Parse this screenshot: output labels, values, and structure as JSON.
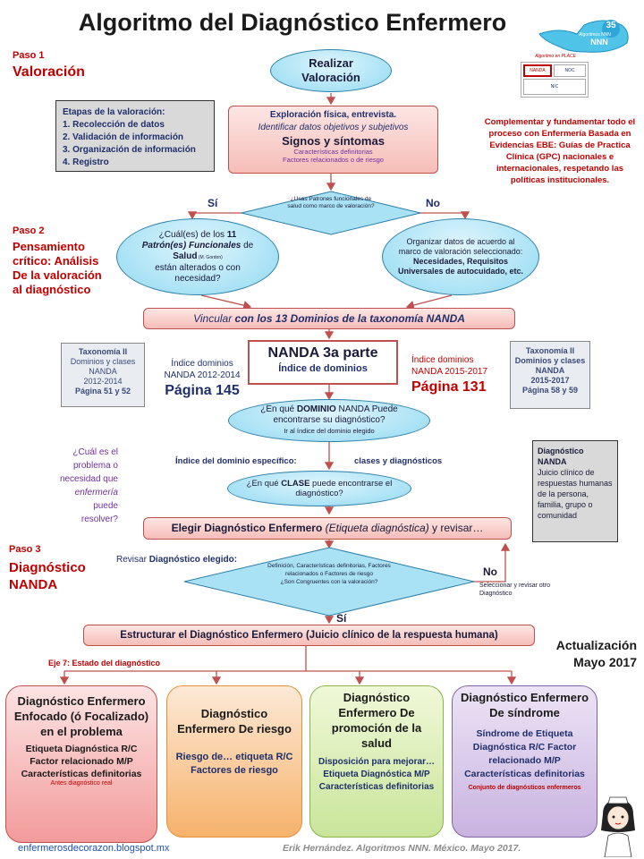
{
  "title": "Algoritmo del Diagnóstico Enfermero",
  "logo": {
    "number": "35",
    "text": "Algoritmos NNN",
    "nnn": "NNN"
  },
  "place": {
    "caption": "Algoritmo en PLACE",
    "nanda": "NANDA",
    "noc": "NOC",
    "nic": "NIC"
  },
  "paso1": {
    "num": "Paso 1",
    "name": "Valoración"
  },
  "paso2": {
    "num": "Paso 2",
    "name_lines": [
      "Pensamiento",
      "crítico: Análisis",
      "De la valoración",
      "al diagnóstico"
    ]
  },
  "paso3": {
    "num": "Paso 3",
    "name_lines": [
      "Diagnóstico",
      "NANDA"
    ]
  },
  "realizar": [
    "Realizar",
    "Valoración"
  ],
  "etapas": {
    "title": "Etapas de la valoración:",
    "items": [
      "1. Recolección de datos",
      "2. Validación de información",
      "3. Organización de información",
      "4. Registro"
    ]
  },
  "exploracion": {
    "line1": "Exploración física, entrevista.",
    "line2": "Identificar datos objetivos y subjetivos",
    "line3": "Signos y síntomas",
    "line4": "Características definitorias",
    "line5": "Factores relacionados o de riesgo"
  },
  "complementar": "Complementar y fundamentar todo el proceso con Enfermería Basada en Evidencias EBE: Guías de Practica Clínica (GPC) nacionales e internacionales, respetando las políticas institucionales.",
  "decision1": {
    "text": "¿Usas Patrones funcionales de salud como marco de valoración?",
    "yes": "Sí",
    "no": "No"
  },
  "patrones": {
    "part1": "¿Cuál(es) de los ",
    "num": "11",
    "italic": "Patrón(es) Funcionales",
    "part2": " de ",
    "salud": "Salud",
    "gordon": " (M. Gordon)",
    "part3": "están alterados o con",
    "part4": "necesidad?"
  },
  "organizar": {
    "line1": "Organizar datos de acuerdo al marco de valoración seleccionado:",
    "bold": "Necesidades, Requisitos Universales de autocuidado, etc."
  },
  "vincular": {
    "italic": "Vincular",
    "rest": " con los 13 Dominios de la taxonomía NANDA"
  },
  "nanda3": {
    "title": "NANDA 3a parte",
    "sub": "Índice de dominios"
  },
  "tax_left": [
    "Taxonomía II",
    "Dominios y clases NANDA",
    "2012-2014",
    "Página 51 y 52"
  ],
  "tax_right": [
    "Taxonomía II",
    "Dominios y clases NANDA",
    "2015-2017",
    "Página 58 y 59"
  ],
  "idx_left": {
    "line1": "Índice dominios",
    "line2": "NANDA 2012-2014",
    "page": "Página 145"
  },
  "idx_right": {
    "line1": "Índice dominios",
    "line2": "NANDA 2015-2017",
    "page": "Página 131"
  },
  "dominio_q": {
    "part1": "¿En qué ",
    "bold": "DOMINIO",
    "part2": " NANDA Puede encontrarse su diagnóstico?",
    "sub": "Ir al índice del dominio elegido"
  },
  "indice_esp": "Índice del dominio específico:",
  "clases_diag": "clases y diagnósticos",
  "cual_problema": [
    "¿Cuál es el",
    "problema o",
    "necesidad que",
    "enfermería",
    " puede",
    "resolver?"
  ],
  "clase_q": {
    "part1": "¿En qué ",
    "bold": "CLASE",
    "part2": " puede encontrarse el diagnóstico?"
  },
  "diag_nanda_box": {
    "title": "Diagnóstico NANDA",
    "text": "Juicio clínico de respuestas humanas de la persona, familia, grupo o comunidad"
  },
  "elegir": {
    "bold": "Elegir Diagnóstico Enfermero ",
    "italic": "(Etiqueta diagnóstica)",
    "rest": " y revisar…"
  },
  "revisar": {
    "part1": "Revisar ",
    "bold": "Diagnóstico elegido:"
  },
  "decision2": {
    "text1": "Definición, Características definitorias, Factores relacionados o Factores de riesgo",
    "text2": "¿Son Congruentes con la valoración?",
    "no": "No",
    "yes": "Sí"
  },
  "seleccionar": "Seleccionar y revisar otro Diagnóstico",
  "estructurar": "Estructurar el Diagnóstico Enfermero (Juicio clínico de la respuesta humana)",
  "actualizacion": [
    "Actualización",
    "Mayo 2017"
  ],
  "eje7": "Eje 7: Estado del diagnóstico",
  "cards": [
    {
      "title": "Diagnóstico Enfermero Enfocado (ó Focalizado) en el problema",
      "body": "Etiqueta Diagnóstica R/C Factor relacionado M/P Características definitorias",
      "note": "Antes diagnóstico real"
    },
    {
      "title": "Diagnóstico Enfermero De riesgo",
      "body": "Riesgo de… etiqueta R/C Factores de riesgo",
      "note": ""
    },
    {
      "title": "Diagnóstico Enfermero De promoción de la salud",
      "body": "Disposición para mejorar… Etiqueta Diagnóstica M/P Características definitorias",
      "note": ""
    },
    {
      "title": "Diagnóstico Enfermero De síndrome",
      "body": "Síndrome de Etiqueta Diagnóstica R/C Factor relacionado M/P Características definitorias",
      "note": "Conjunto de diagnósticos enfermeros"
    }
  ],
  "footer_left": "enfermerosdecorazon.blogspot.mx",
  "footer_right": "Erik Hernández. Algoritmos NNN. México. Mayo 2017."
}
